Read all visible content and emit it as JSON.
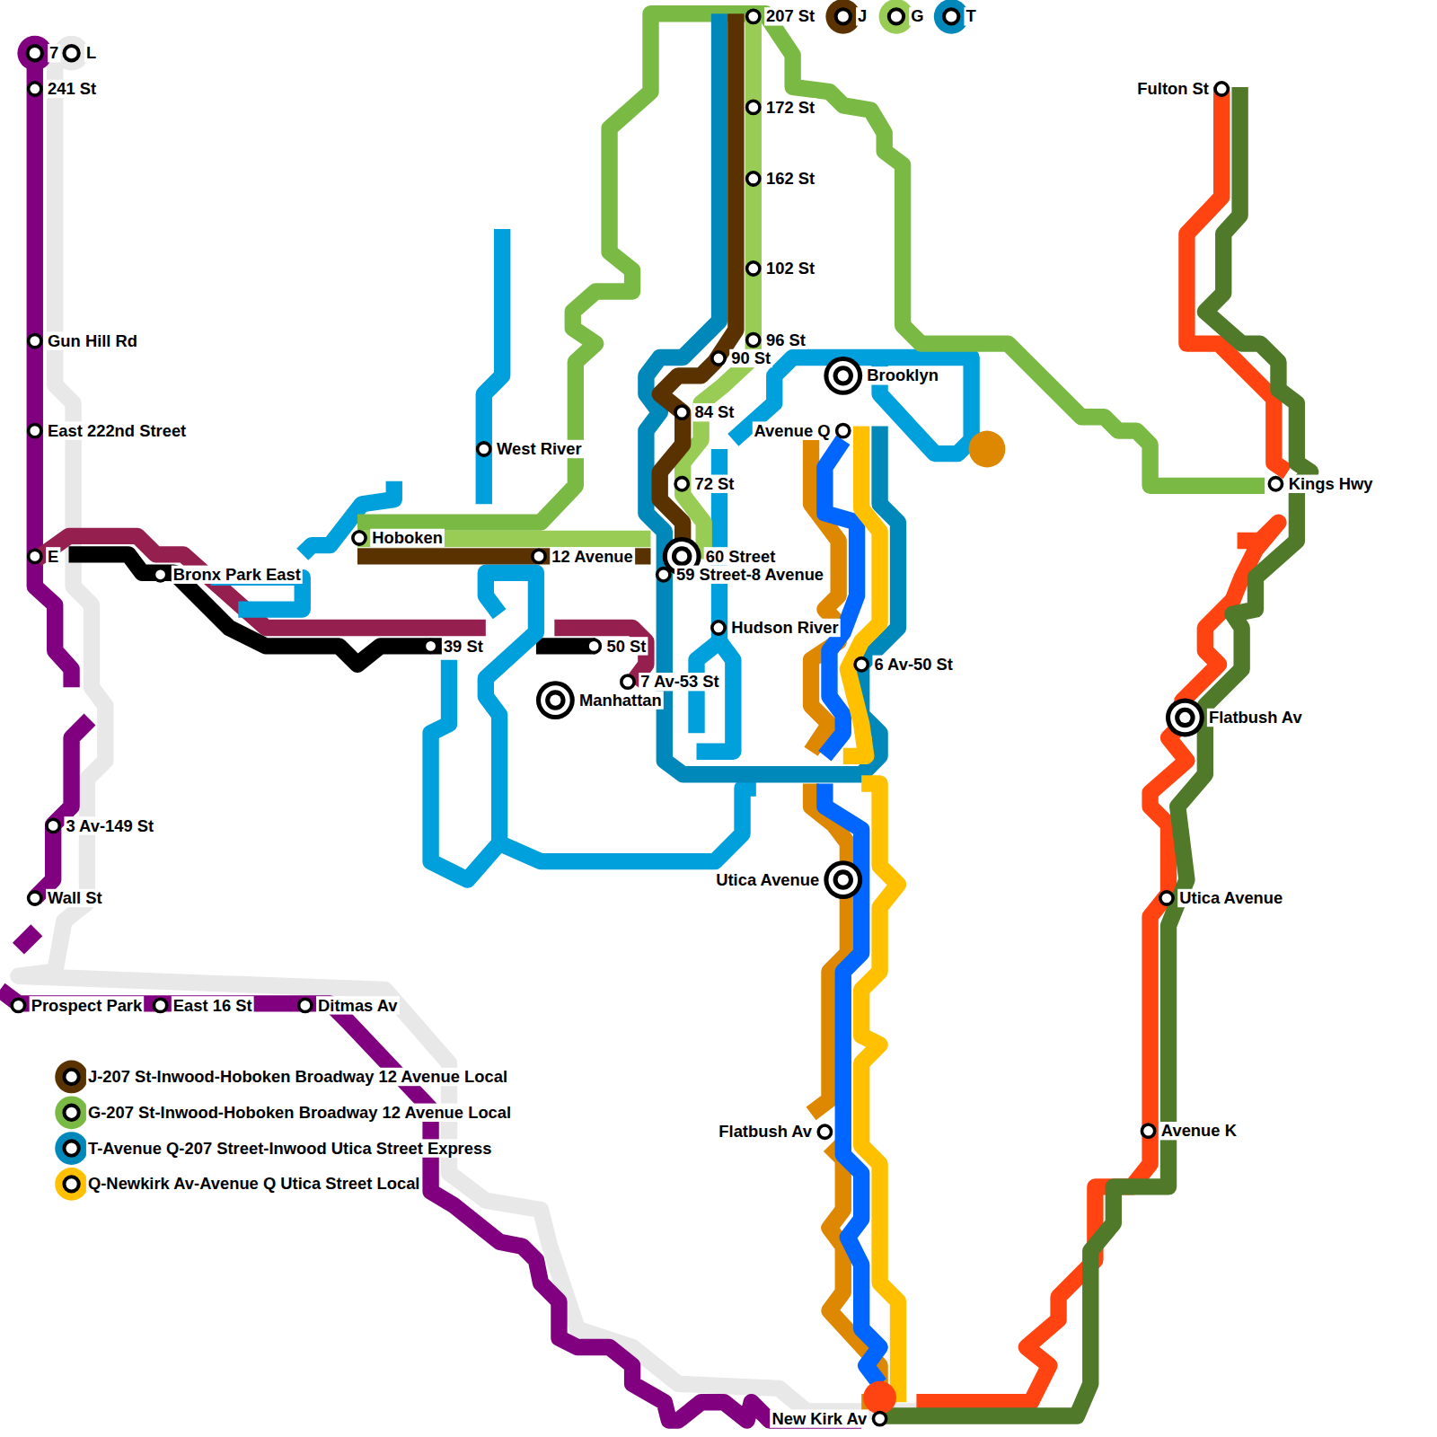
{
  "diagram": {
    "labels": [
      "7",
      "L",
      "241 St",
      "Gun Hill Rd",
      "East 222nd Street",
      "E",
      "Bronx Park East",
      "39 St",
      "50 St",
      "Hoboken",
      "12 Avenue",
      "West River",
      "207 St",
      "J",
      "G",
      "T",
      "172 St",
      "162 St",
      "102 St",
      "96 St",
      "90 St",
      "84 St",
      "72 St",
      "60 Street",
      "59 Street-8 Avenue",
      "Hudson River",
      "7 Av-53 St",
      "Manhattan",
      "Brooklyn",
      "Avenue Q",
      "6 Av-50 St",
      "Utica Avenue",
      "Flatbush Av",
      "New Kirk Av",
      "Fulton St",
      "Kings Hwy",
      "Flatbush Av",
      "Utica Avenue",
      "Avenue K",
      "3 Av-149 St",
      "Wall St",
      "Prospect Park",
      "East 16 St",
      "Ditmas Av"
    ],
    "legend": [
      {
        "text": "J-207 St-Inwood-Hoboken Broadway  12 Avenue Local",
        "color": "#5a3200"
      },
      {
        "text": "G-207 St-Inwood-Hoboken Broadway  12 Avenue Local",
        "color": "#7aba44"
      },
      {
        "text": "T-Avenue Q-207 Street-Inwood Utica Street Express",
        "color": "#0088bb"
      },
      {
        "text": "Q-Newkirk Av-Avenue Q Utica Street Local",
        "color": "#ffc000"
      }
    ]
  }
}
